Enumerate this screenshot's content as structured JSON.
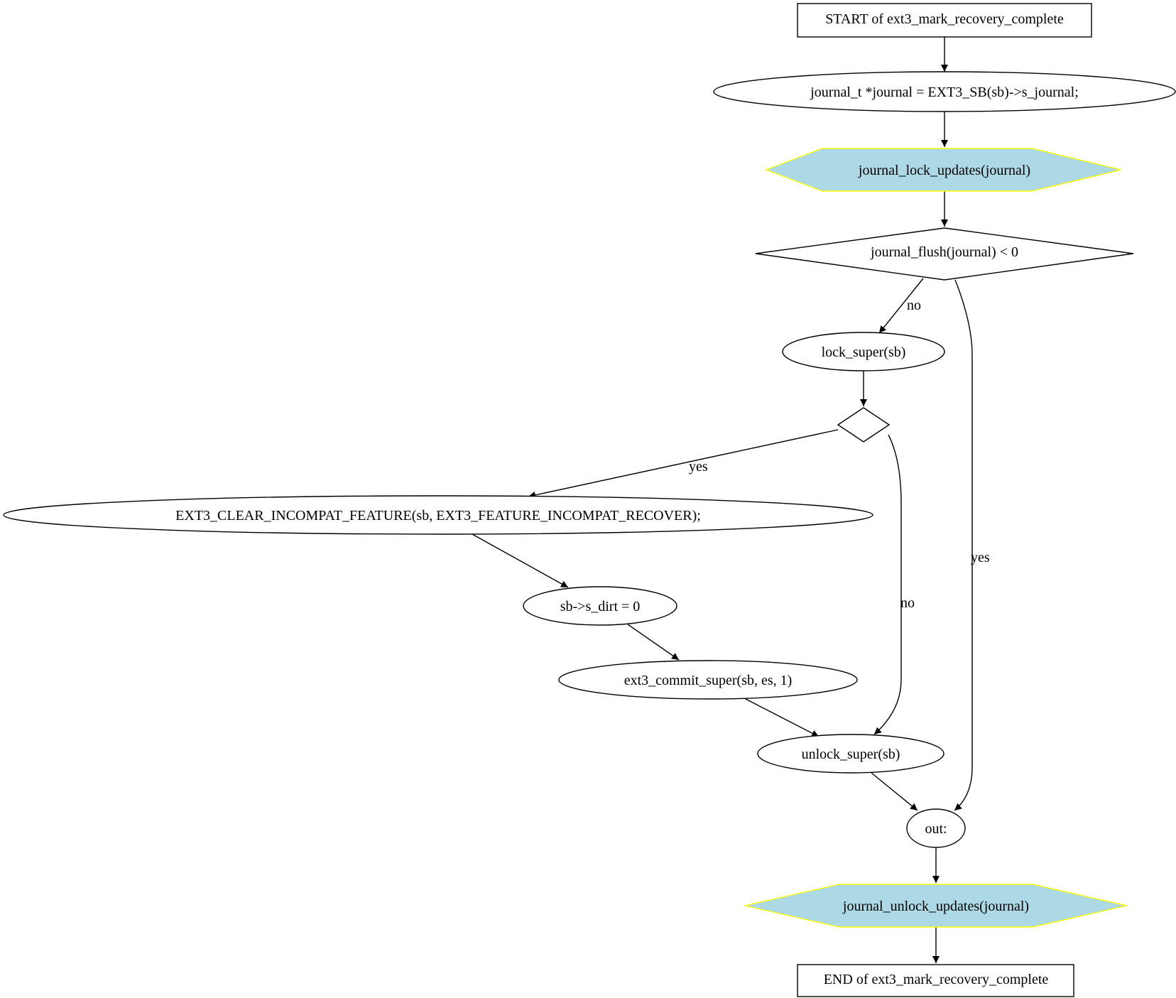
{
  "colors": {
    "hexagon_fill": "#add8e6",
    "hexagon_stroke": "#ffff00",
    "line": "#000000",
    "background": "#ffffff"
  },
  "nodes": {
    "start": "START of ext3_mark_recovery_complete",
    "journal_assign": "journal_t *journal = EXT3_SB(sb)->s_journal;",
    "lock_updates": "journal_lock_updates(journal)",
    "flush_check": "journal_flush(journal) < 0",
    "lock_super": "lock_super(sb)",
    "empty_decision": "",
    "clear_feature": "EXT3_CLEAR_INCOMPAT_FEATURE(sb, EXT3_FEATURE_INCOMPAT_RECOVER);",
    "s_dirt": "sb->s_dirt = 0",
    "commit_super": "ext3_commit_super(sb, es, 1)",
    "unlock_super": "unlock_super(sb)",
    "out": "out:",
    "unlock_updates": "journal_unlock_updates(journal)",
    "end": "END of ext3_mark_recovery_complete"
  },
  "edge_labels": {
    "flush_no": "no",
    "flush_yes": "yes",
    "decision_yes": "yes",
    "decision_no": "no"
  }
}
